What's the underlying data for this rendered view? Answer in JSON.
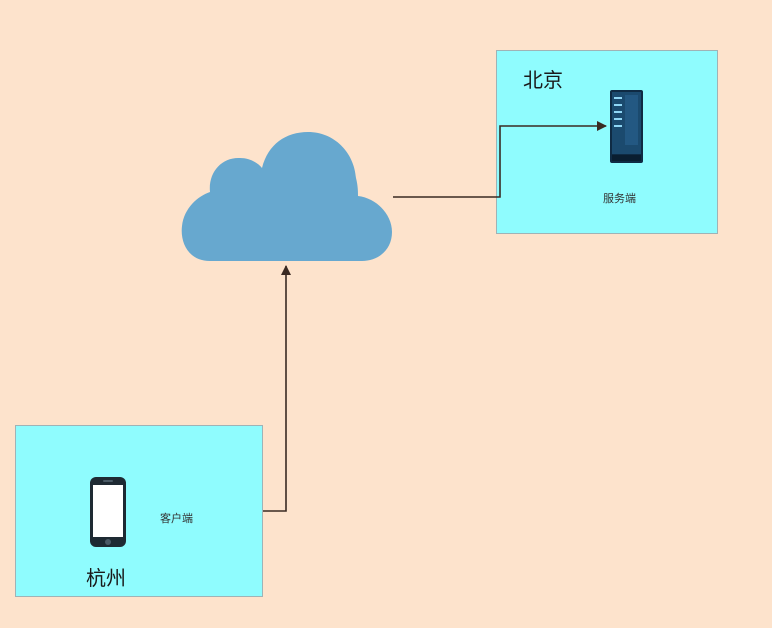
{
  "diagram": {
    "nodes": {
      "beijing": {
        "city": "北京",
        "role": "服务端",
        "icon": "server-icon"
      },
      "hangzhou": {
        "city": "杭州",
        "role": "客户端",
        "icon": "smartphone-icon"
      },
      "cloud": {
        "icon": "cloud-icon"
      }
    },
    "edges": [
      {
        "from": "hangzhou",
        "to": "cloud"
      },
      {
        "from": "cloud",
        "to": "beijing"
      }
    ]
  },
  "colors": {
    "background": "#fde3cc",
    "box_fill": "#8ffcfe",
    "cloud": "#67a8cf",
    "connector": "#3a2a22"
  }
}
